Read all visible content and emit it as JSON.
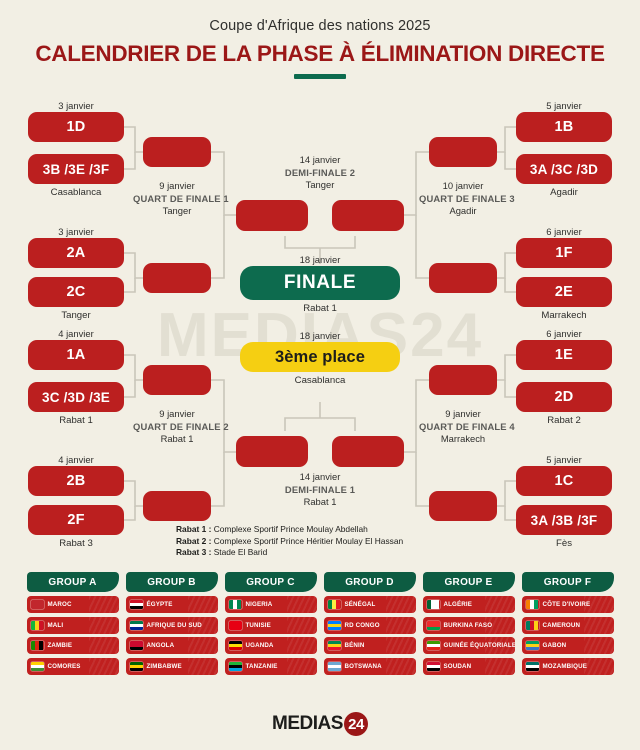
{
  "header": {
    "subtitle": "Coupe d'Afrique des nations 2025",
    "title": "CALENDRIER DE LA PHASE À ÉLIMINATION DIRECTE"
  },
  "colors": {
    "background": "#f2efe4",
    "red": "#bb1f1f",
    "dark_red": "#9b1717",
    "green": "#0d6b4e",
    "yellow": "#f5cf12",
    "line": "#c9c6ba"
  },
  "watermark": "MEDIAS24",
  "bracket": {
    "r16": [
      {
        "id": "r16-1",
        "date": "3 janvier",
        "city": "Casablanca",
        "top": "1D",
        "bottom": "3B /3E /3F"
      },
      {
        "id": "r16-2",
        "date": "3 janvier",
        "city": "Tanger",
        "top": "2A",
        "bottom": "2C"
      },
      {
        "id": "r16-3",
        "date": "4 janvier",
        "city": "Rabat 1",
        "top": "1A",
        "bottom": "3C /3D /3E"
      },
      {
        "id": "r16-4",
        "date": "4 janvier",
        "city": "Rabat 3",
        "top": "2B",
        "bottom": "2F"
      },
      {
        "id": "r16-5",
        "date": "5 janvier",
        "city": "Agadir",
        "top": "1B",
        "bottom": "3A /3C /3D"
      },
      {
        "id": "r16-6",
        "date": "6 janvier",
        "city": "Marrakech",
        "top": "1F",
        "bottom": "2E"
      },
      {
        "id": "r16-7",
        "date": "6 janvier",
        "city": "Rabat 2",
        "top": "1E",
        "bottom": "2D"
      },
      {
        "id": "r16-8",
        "date": "5 janvier",
        "city": "Fès",
        "top": "1C",
        "bottom": "3A /3B /3F"
      }
    ],
    "quarters": [
      {
        "id": "qf1",
        "date": "9 janvier",
        "name": "QUART DE FINALE 1",
        "city": "Tanger"
      },
      {
        "id": "qf2",
        "date": "9 janvier",
        "name": "QUART DE FINALE 2",
        "city": "Rabat 1"
      },
      {
        "id": "qf3",
        "date": "10 janvier",
        "name": "QUART DE FINALE 3",
        "city": "Agadir"
      },
      {
        "id": "qf4",
        "date": "9 janvier",
        "name": "QUART DE FINALE 4",
        "city": "Marrakech"
      }
    ],
    "semis": [
      {
        "id": "sf2",
        "date": "14 janvier",
        "name": "DEMI-FINALE 2",
        "city": "Tanger"
      },
      {
        "id": "sf1",
        "date": "14 janvier",
        "name": "DEMI-FINALE 1",
        "city": "Rabat 1"
      }
    ],
    "final": {
      "date": "18 janvier",
      "label": "FINALE",
      "city": "Rabat 1"
    },
    "third_place": {
      "date": "18 janvier",
      "label": "3ème place",
      "city": "Casablanca"
    }
  },
  "legend": [
    {
      "key": "Rabat 1 :",
      "value": "Complexe Sportif Prince Moulay Abdellah"
    },
    {
      "key": "Rabat 2 :",
      "value": "Complexe Sportif Prince Héritier Moulay El Hassan"
    },
    {
      "key": "Rabat 3 :",
      "value": "Stade El Barid"
    }
  ],
  "groups": [
    {
      "name": "GROUP A",
      "teams": [
        {
          "name": "MAROC",
          "flag": "maroc"
        },
        {
          "name": "MALI",
          "flag": "mali"
        },
        {
          "name": "ZAMBIE",
          "flag": "zambie"
        },
        {
          "name": "COMORES",
          "flag": "comores"
        }
      ]
    },
    {
      "name": "GROUP B",
      "teams": [
        {
          "name": "ÉGYPTE",
          "flag": "egypte"
        },
        {
          "name": "AFRIQUE DU SUD",
          "flag": "afsud"
        },
        {
          "name": "ANGOLA",
          "flag": "angola"
        },
        {
          "name": "ZIMBABWE",
          "flag": "zimbabwe"
        }
      ]
    },
    {
      "name": "GROUP C",
      "teams": [
        {
          "name": "NIGERIA",
          "flag": "nigeria"
        },
        {
          "name": "TUNISIE",
          "flag": "tunisie"
        },
        {
          "name": "UGANDA",
          "flag": "uganda"
        },
        {
          "name": "TANZANIE",
          "flag": "tanzanie"
        }
      ]
    },
    {
      "name": "GROUP D",
      "teams": [
        {
          "name": "SÉNÉGAL",
          "flag": "senegal"
        },
        {
          "name": "RD CONGO",
          "flag": "rdcongo"
        },
        {
          "name": "BÉNIN",
          "flag": "benin"
        },
        {
          "name": "BOTSWANA",
          "flag": "botswana"
        }
      ]
    },
    {
      "name": "GROUP E",
      "teams": [
        {
          "name": "ALGÉRIE",
          "flag": "algerie"
        },
        {
          "name": "BURKINA FASO",
          "flag": "burkina"
        },
        {
          "name": "GUINÉE ÉQUATORIALE",
          "flag": "guineeq"
        },
        {
          "name": "SOUDAN",
          "flag": "soudan"
        }
      ]
    },
    {
      "name": "GROUP F",
      "teams": [
        {
          "name": "CÔTE D'IVOIRE",
          "flag": "civ"
        },
        {
          "name": "CAMEROUN",
          "flag": "cameroun"
        },
        {
          "name": "GABON",
          "flag": "gabon"
        },
        {
          "name": "MOZAMBIQUE",
          "flag": "mozambique"
        }
      ]
    }
  ],
  "footer": {
    "logo_text": "MEDIAS",
    "logo_badge": "24"
  }
}
